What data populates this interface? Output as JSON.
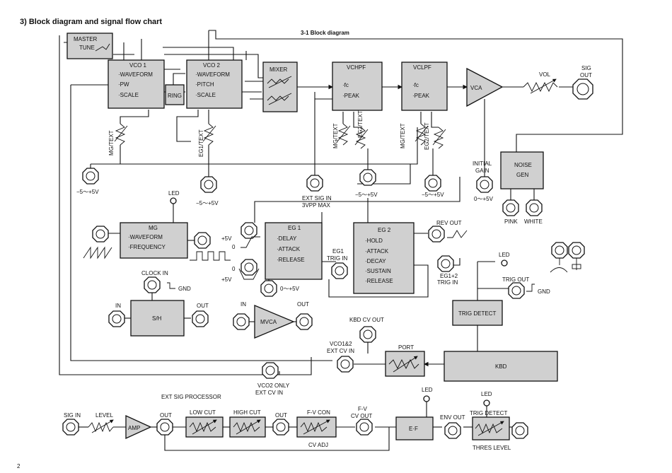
{
  "page": {
    "section_title": "3) Block diagram and signal flow chart",
    "page_number": "2"
  },
  "main_diagram": {
    "title": "3-1 Block diagram",
    "master_tune": [
      "MASTER",
      "TUNE"
    ],
    "vco1": {
      "title": "VCO 1",
      "items": [
        "·WAVEFORM",
        "·PW",
        "·SCALE"
      ]
    },
    "vco2": {
      "title": "VCO 2",
      "items": [
        "·WAVEFORM",
        "·PITCH",
        "·SCALE"
      ]
    },
    "ring": "RING",
    "mixer": "MIXER",
    "vchpf": {
      "title": "VCHPF",
      "items": [
        "·fc",
        "·PEAK"
      ]
    },
    "vclpf": {
      "title": "VCLPF",
      "items": [
        "·fc",
        "·PEAK"
      ]
    },
    "vca": "VCA",
    "vol": "VOL",
    "sig_out": [
      "SIG",
      "OUT"
    ],
    "mg_ext_1": "MG/TEXT",
    "eg1_ext": "EG1/TEXT",
    "mg_ext_2": "MG/TEXT",
    "eg2_ext_1": "EG2/TEXT",
    "mg_ext_3": "MG/TEXT",
    "eg2_ext_2": "EG2/TEXT",
    "range_a": "−5〜+5V",
    "range_b": "−5〜+5V",
    "range_c": "−5〜+5V",
    "range_d": "−5〜+5V",
    "ext_sig_in": [
      "EXT SIG IN",
      "3VPP MAX"
    ],
    "initial_gain": [
      "INITIAL",
      "GAIN"
    ],
    "gain_range": "0〜+5V",
    "noise_gen": [
      "NOISE",
      "GEN"
    ],
    "pink": "PINK",
    "white": "WHITE",
    "led_1": "LED",
    "mg": {
      "title": "MG",
      "items": [
        "·WAVEFORM",
        "·FREQUENCY"
      ]
    },
    "eg1": {
      "title": "EG 1",
      "items": [
        "·DELAY",
        "·ATTACK",
        "·RELEASE"
      ]
    },
    "eg1_v1": "+5V",
    "eg1_v0": "0",
    "eg1_v0b": "0",
    "eg1_v2": "+5V",
    "eg1_out_range": "0〜+5V",
    "eg1_trig_in": [
      "EG1",
      "TRIG IN"
    ],
    "eg2": {
      "title": "EG 2",
      "items": [
        "·HOLD",
        "·ATTACK",
        "·DECAY",
        "·SUSTAIN",
        "·RELEASE"
      ]
    },
    "rev_out": "REV OUT",
    "eg12_trig_in": [
      "EG1+2",
      "TRIG IN"
    ],
    "led_2": "LED",
    "trig_out": "TRIG OUT",
    "gnd_1": "GND",
    "gnd_2": "GND",
    "clock_in": "CLOCK IN",
    "sh": "S/H",
    "sh_in": "IN",
    "sh_out": "OUT",
    "mvca": "MVCA",
    "mvca_in": "IN",
    "mvca_out": "OUT",
    "trig_detect": "TRIG DETECT",
    "kbd_cv_out": "KBD CV OUT",
    "vco12_ext": [
      "VCO1&2",
      "EXT CV IN"
    ],
    "port": "PORT",
    "kbd": "KBD",
    "vco2_only": [
      "VCO2 ONLY",
      "EXT CV IN"
    ]
  },
  "ext_processor": {
    "title": "EXT SIG PROCESSOR",
    "sig_in": "SIG IN",
    "level": "LEVEL",
    "amp": "AMP",
    "out_1": "OUT",
    "low_cut": "LOW CUT",
    "high_cut": "HIGH CUT",
    "out_2": "OUT",
    "fv_con": "F-V CON",
    "fv_cv_out": [
      "F-V",
      "CV OUT"
    ],
    "cv_adj": "CV ADJ",
    "led_a": "LED",
    "ef": "E·F",
    "env_out": "ENV OUT",
    "led_b": "LED",
    "trig_detect": "TRIG DETECT",
    "thres_level": "THRES LEVEL"
  }
}
